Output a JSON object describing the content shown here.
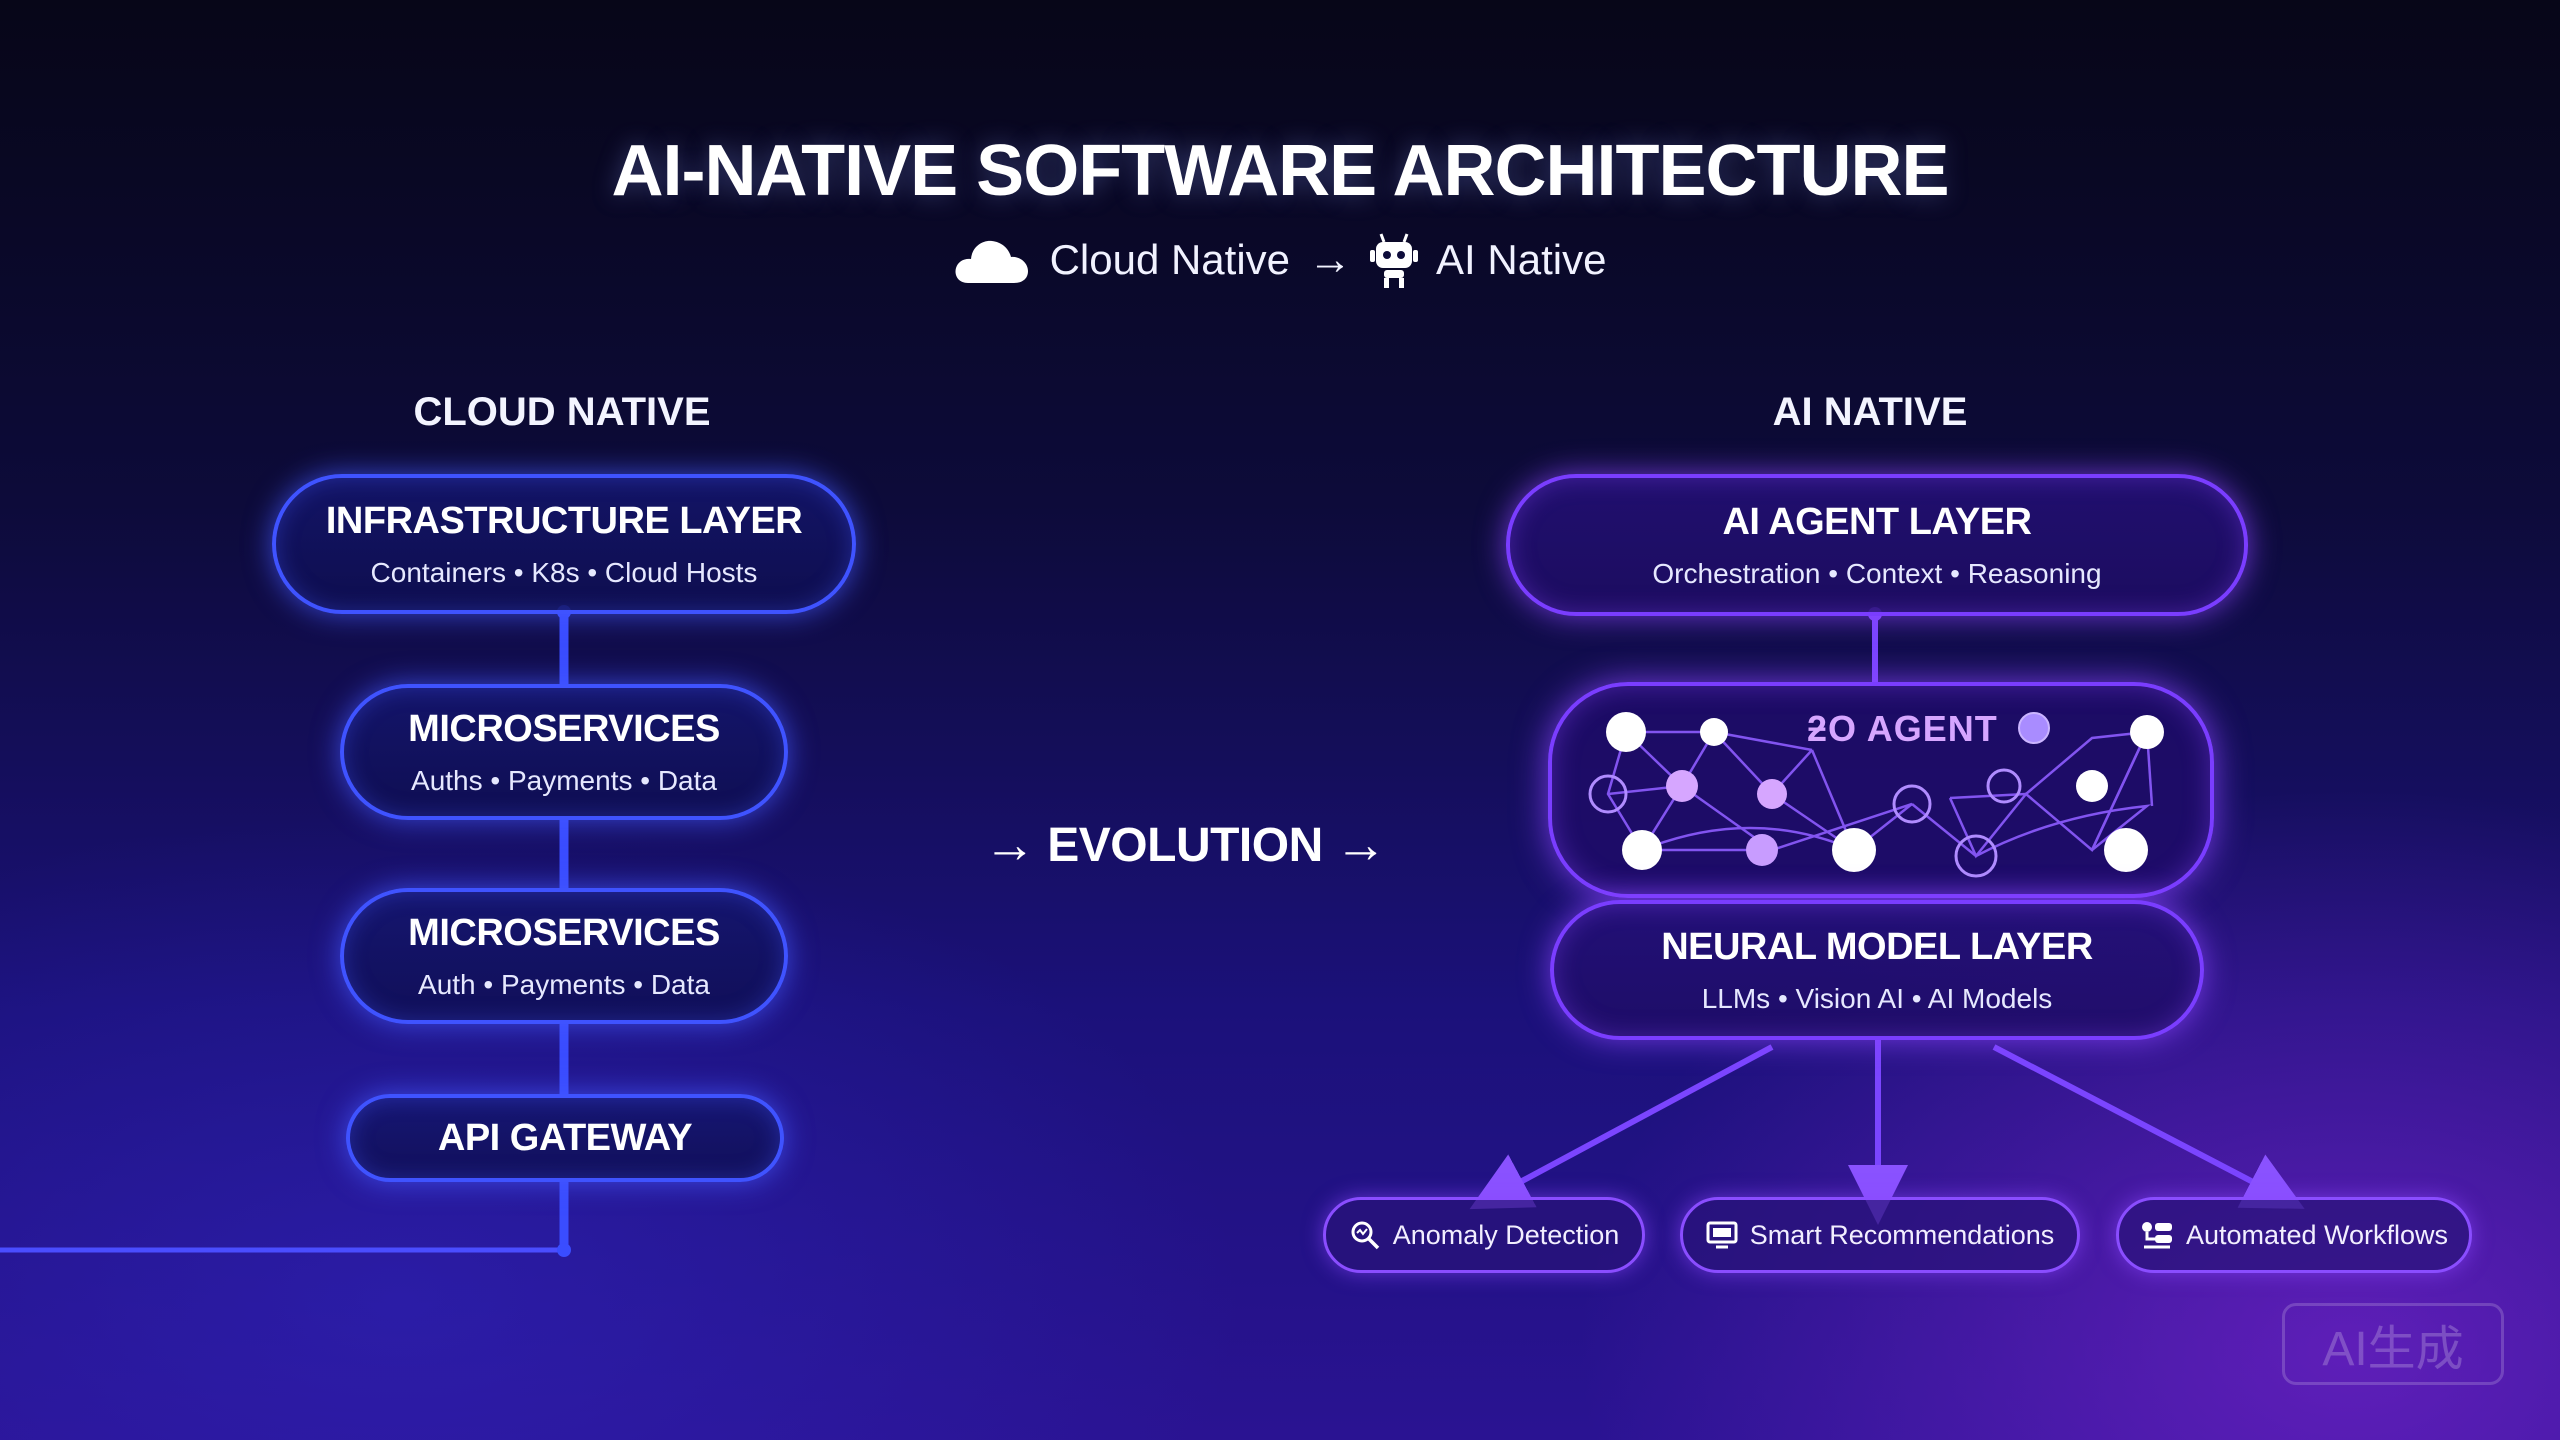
{
  "header": {
    "title": "AI-NATIVE SOFTWARE ARCHITECTURE",
    "subtitle_from": "Cloud Native",
    "subtitle_arrow": "→",
    "subtitle_to": "AI Native"
  },
  "left": {
    "heading": "CLOUD NATIVE",
    "layers": [
      {
        "title": "INFRASTRUCTURE LAYER",
        "sub": "Containers • K8s • Cloud Hosts"
      },
      {
        "title": "MICROSERVICES",
        "sub": "Auths • Payments • Data"
      },
      {
        "title": "MICROSERVICES",
        "sub": "Auth • Payments • Data"
      },
      {
        "title": "API GATEWAY"
      }
    ]
  },
  "middle": {
    "arrow": "→",
    "label": "EVOLUTION"
  },
  "right": {
    "heading": "AI NATIVE",
    "agent_layer": {
      "title": "AI AGENT LAYER",
      "sub": "Orchestration • Context • Reasoning"
    },
    "network_label": "ƻO AGENT",
    "neural_layer": {
      "title": "NEURAL MODEL LAYER",
      "sub": "LLMs • Vision AI • AI Models"
    },
    "outputs": [
      "Anomaly Detection",
      "Smart Recommendations",
      "Automated Workflows"
    ]
  },
  "icons": {
    "subtitle_from": "cloud-icon",
    "subtitle_to": "robot-icon",
    "outputs": [
      "magnifier-icon",
      "monitor-icon",
      "workflow-icon"
    ]
  },
  "colors": {
    "cloud_accent": "#3f53ff",
    "ai_accent": "#7a3dff",
    "background_top": "#070618",
    "background_bottom": "#2a1392"
  },
  "watermark": "AI生成"
}
